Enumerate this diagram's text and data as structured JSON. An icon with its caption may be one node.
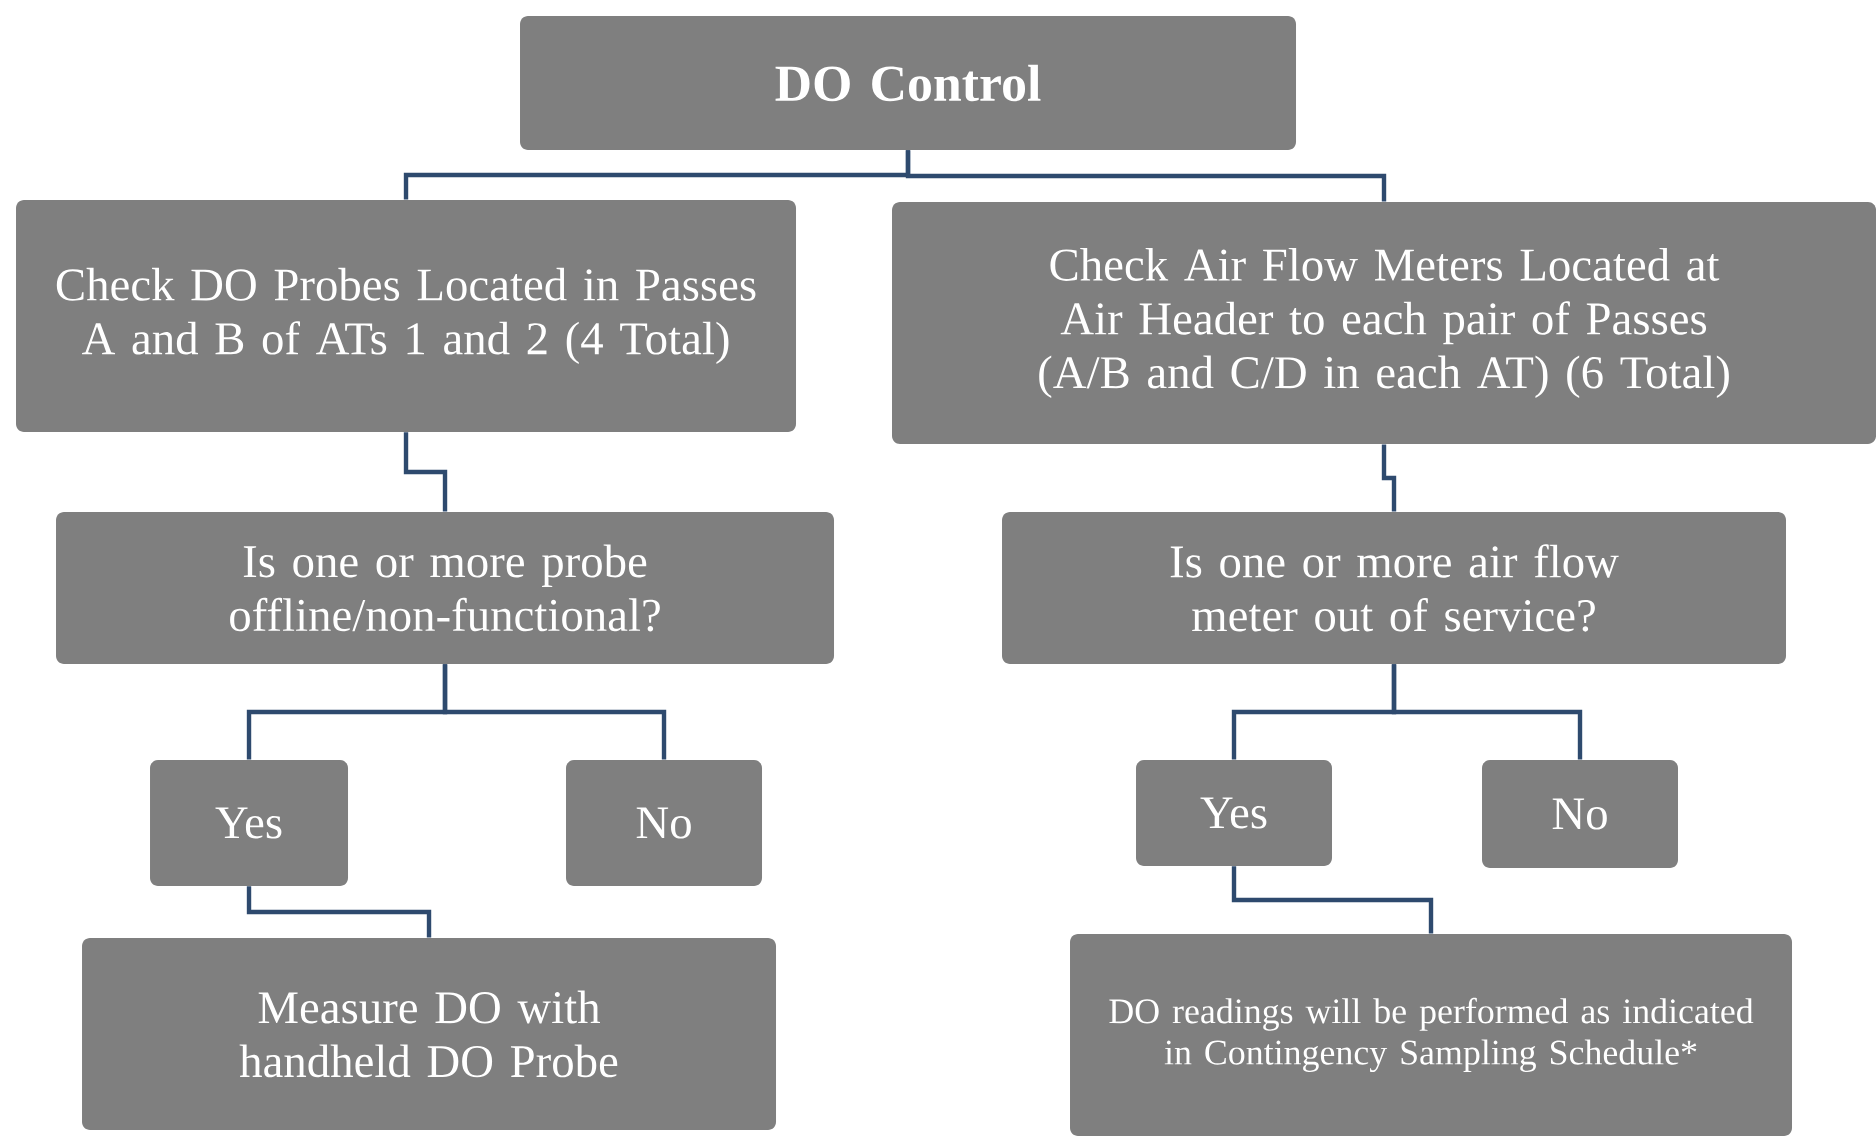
{
  "diagram": {
    "nodes": [
      {
        "text": [
          "DO Control"
        ]
      },
      {
        "text": [
          "Check DO Probes Located in Passes A and B of ATs 1 and 2 (4 Total)"
        ]
      },
      {
        "text": [
          "Check Air Flow Meters Located at Air Header to each pair of Passes (A/B and C/D in each AT) (6 Total)"
        ]
      },
      {
        "text": [
          "Is one or more probe offline/non-functional?"
        ]
      },
      {
        "text": [
          "Is one or more air flow meter out of service?"
        ]
      },
      {
        "text": [
          "Yes"
        ]
      },
      {
        "text": [
          "No"
        ]
      },
      {
        "text": [
          "Yes"
        ]
      },
      {
        "text": [
          "No"
        ]
      },
      {
        "text": [
          "Measure DO with handheld DO Probe"
        ]
      },
      {
        "text": [
          "DO readings will be performed as indicated in Contingency Sampling Schedule*"
        ]
      }
    ],
    "edges": [
      {
        "from": 0,
        "to": 1,
        "arrow": "none"
      },
      {
        "from": 0,
        "to": 2,
        "arrow": "none"
      },
      {
        "from": 1,
        "to": 3,
        "arrow": "none"
      },
      {
        "from": 2,
        "to": 4,
        "arrow": "none"
      },
      {
        "from": 3,
        "to": 5,
        "arrow": "none"
      },
      {
        "from": 3,
        "to": 6,
        "arrow": "none"
      },
      {
        "from": 4,
        "to": 7,
        "arrow": "none"
      },
      {
        "from": 4,
        "to": 8,
        "arrow": "none"
      },
      {
        "from": 5,
        "to": 9,
        "arrow": "none"
      },
      {
        "from": 7,
        "to": 10,
        "arrow": "none"
      }
    ]
  }
}
